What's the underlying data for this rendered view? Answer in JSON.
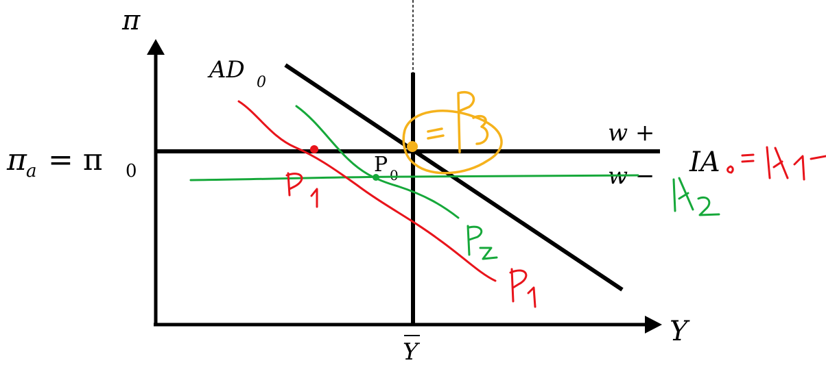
{
  "labels": {
    "y_axis": "π",
    "x_axis": "Y",
    "potential_output": "Y",
    "inflation_line": "π",
    "inflation_line_sub_a": "a",
    "inflation_line_eq": "= π",
    "inflation_line_sub_0": "0",
    "ad_curve": "AD",
    "ad_curve_sub": "0",
    "w_plus": "w +",
    "w_minus": "w −",
    "ia_label": "IA",
    "p0_label": "P",
    "p0_sub": "0"
  },
  "annotations": {
    "red_ia": "IA = IA",
    "red_p1_left": "P1",
    "red_p1_right": "P1",
    "green_p2": "P2",
    "green_ia2": "IA2",
    "orange_p3": "P3"
  },
  "colors": {
    "red": "#e8141b",
    "green": "#16a83a",
    "orange": "#f5b21c",
    "black": "#000000"
  }
}
